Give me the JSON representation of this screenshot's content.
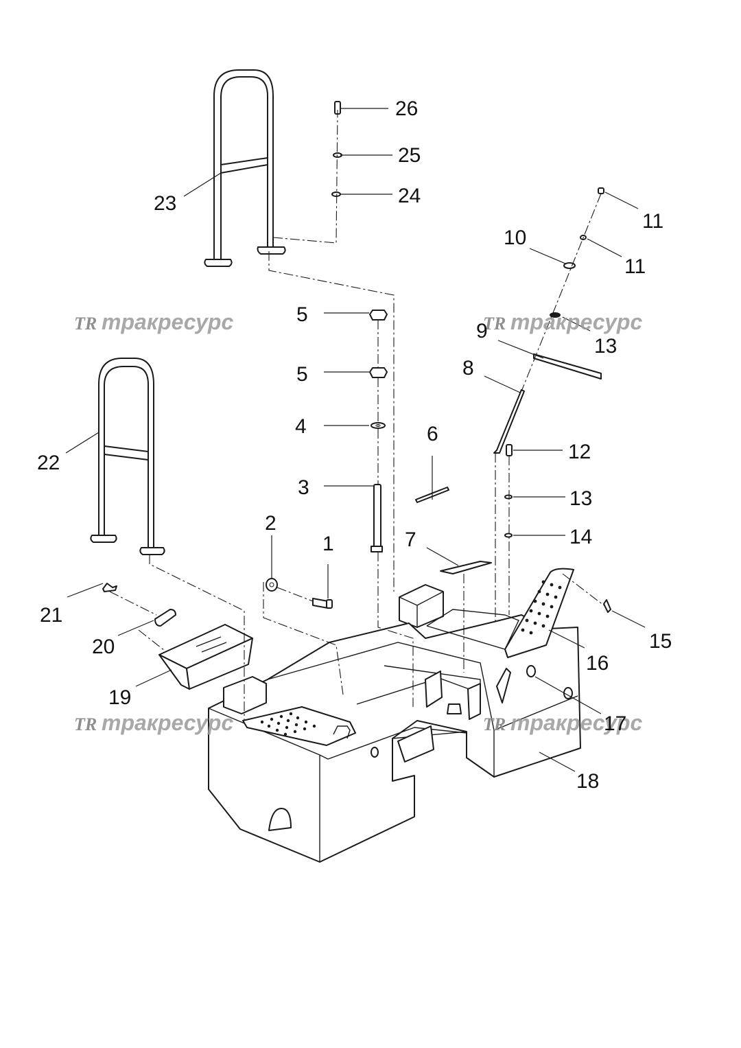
{
  "watermark": {
    "logo": "TR",
    "text": "тракресурс"
  },
  "callouts": {
    "c1": "1",
    "c2": "2",
    "c3": "3",
    "c4": "4",
    "c5a": "5",
    "c5b": "5",
    "c6": "6",
    "c7": "7",
    "c8": "8",
    "c9": "9",
    "c10": "10",
    "c11a": "11",
    "c11b": "11",
    "c12": "12",
    "c13a": "13",
    "c13b": "13",
    "c14": "14",
    "c15": "15",
    "c16": "16",
    "c17": "17",
    "c18": "18",
    "c19": "19",
    "c20": "20",
    "c21": "21",
    "c22": "22",
    "c23": "23",
    "c24": "24",
    "c25": "25",
    "c26": "26"
  }
}
